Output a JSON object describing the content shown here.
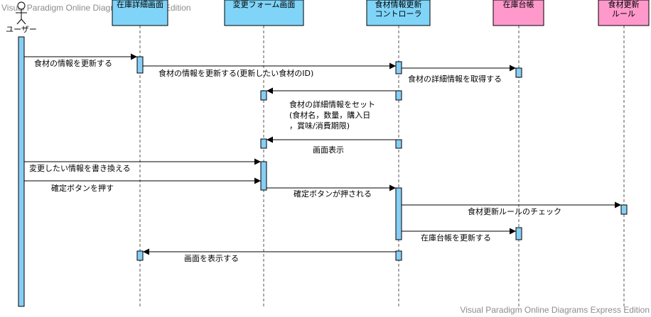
{
  "watermark": {
    "top": "Visual Paradigm Online Diagrams Express Edition",
    "bottom": "Visual Paradigm Online Diagrams Express Edition"
  },
  "colors": {
    "boundary_fill": "#7fd4f8",
    "entity_fill": "#ff99cc",
    "activation_fill": "#87cef5",
    "line": "#000000"
  },
  "participants": [
    {
      "id": "user",
      "kind": "actor",
      "lines": [
        "ユーザー"
      ]
    },
    {
      "id": "stock_detail_screen",
      "kind": "boundary",
      "lines": [
        "在庫詳細画面"
      ]
    },
    {
      "id": "edit_form_screen",
      "kind": "boundary",
      "lines": [
        "変更フォーム画面"
      ]
    },
    {
      "id": "info_update_controller",
      "kind": "boundary",
      "lines": [
        "食材情報更新",
        "コントローラ"
      ]
    },
    {
      "id": "stock_ledger",
      "kind": "entity",
      "lines": [
        "在庫台帳"
      ]
    },
    {
      "id": "update_rule",
      "kind": "entity",
      "lines": [
        "食材更新",
        "ルール"
      ]
    }
  ],
  "messages": [
    {
      "id": "m1",
      "from": "user",
      "to": "stock_detail_screen",
      "lines": [
        "食材の情報を更新する"
      ]
    },
    {
      "id": "m2",
      "from": "stock_detail_screen",
      "to": "info_update_controller",
      "lines": [
        "食材の情報を更新する(更新したい食材のID)"
      ]
    },
    {
      "id": "m3",
      "from": "info_update_controller",
      "to": "stock_ledger",
      "lines": [
        "食材の詳細情報を取得する"
      ]
    },
    {
      "id": "m4",
      "from": "info_update_controller",
      "to": "edit_form_screen",
      "lines": [
        "食材の詳細情報をセット",
        "(食材名，数量，購入日",
        "，賞味/消費期限)"
      ]
    },
    {
      "id": "m5",
      "from": "info_update_controller",
      "to": "edit_form_screen",
      "lines": [
        "画面表示"
      ]
    },
    {
      "id": "m6",
      "from": "user",
      "to": "edit_form_screen",
      "lines": [
        "変更したい情報を書き換える"
      ]
    },
    {
      "id": "m7",
      "from": "user",
      "to": "edit_form_screen",
      "lines": [
        "確定ボタンを押す"
      ]
    },
    {
      "id": "m8",
      "from": "edit_form_screen",
      "to": "info_update_controller",
      "lines": [
        "確定ボタンが押される"
      ]
    },
    {
      "id": "m9",
      "from": "info_update_controller",
      "to": "update_rule",
      "lines": [
        "食材更新ルールのチェック"
      ]
    },
    {
      "id": "m10",
      "from": "info_update_controller",
      "to": "stock_ledger",
      "lines": [
        "在庫台帳を更新する"
      ]
    },
    {
      "id": "m11",
      "from": "info_update_controller",
      "to": "stock_detail_screen",
      "lines": [
        "画面を表示する"
      ]
    }
  ]
}
